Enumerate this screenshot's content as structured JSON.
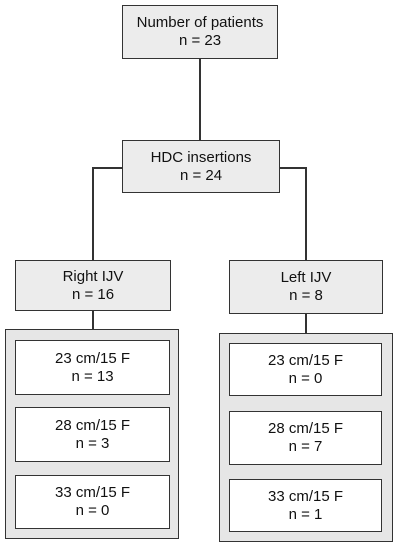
{
  "patients": {
    "title": "Number of patients",
    "count": "n = 23"
  },
  "insertions": {
    "title": "HDC insertions",
    "count": "n = 24"
  },
  "right": {
    "title": "Right IJV",
    "count": "n = 16",
    "items": [
      {
        "label": "23 cm/15 F",
        "count": "n = 13"
      },
      {
        "label": "28 cm/15 F",
        "count": "n = 3"
      },
      {
        "label": "33 cm/15 F",
        "count": "n = 0"
      }
    ]
  },
  "left": {
    "title": "Left IJV",
    "count": "n = 8",
    "items": [
      {
        "label": "23 cm/15 F",
        "count": "n = 0"
      },
      {
        "label": "28 cm/15 F",
        "count": "n = 7"
      },
      {
        "label": "33 cm/15 F",
        "count": "n = 1"
      }
    ]
  }
}
